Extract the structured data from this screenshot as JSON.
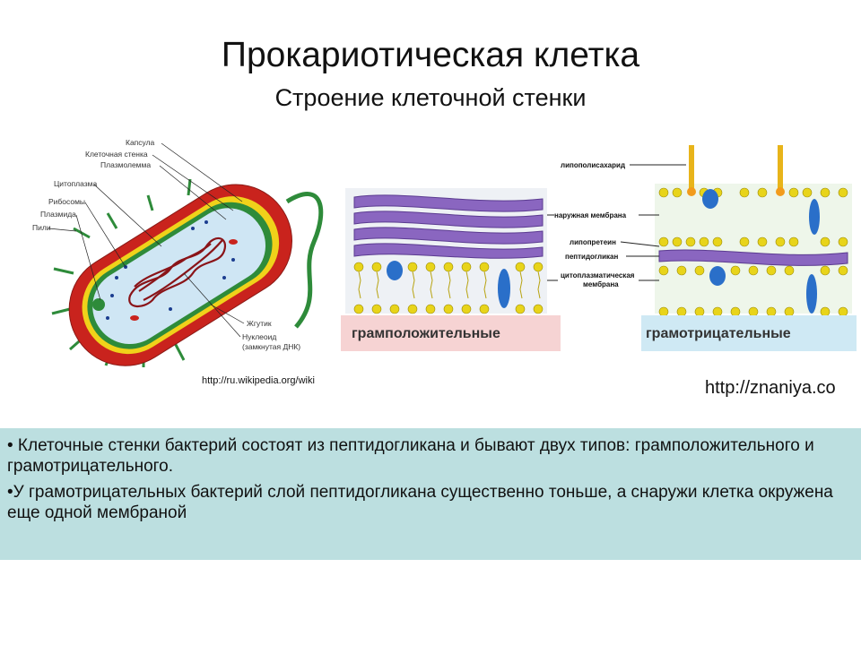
{
  "title": "Прокариотическая клетка",
  "subtitle": "Строение клеточной стенки",
  "cell_labels": {
    "capsule": "Капсула",
    "cell_wall": "Клеточная стенка",
    "plasmalemma": "Плазмолемма",
    "cytoplasm": "Цитоплазма",
    "ribosomes": "Рибосомы",
    "plasmid": "Плазмида",
    "pili": "Пили",
    "flagellum": "Жгутик",
    "nucleoid": "Нуклеоид",
    "nucleoid_note": "(замкнутая ДНК)"
  },
  "wall_labels": {
    "lps": "липополисахарид",
    "outer_membrane": "наружная мембрана",
    "lipoprotein": "липопретеин",
    "peptidoglycan": "пептидогликан",
    "cyto_membrane_1": "цитоплазматическая",
    "cyto_membrane_2": "мембрана",
    "gram_positive": "грамположительные",
    "gram_negative": "грамотрицательные"
  },
  "sources": {
    "left": "http://ru.wikipedia.org/wiki",
    "right": "http://znaniya.co"
  },
  "info": {
    "line1": "• Клеточные стенки бактерий состоят из пептидогликана  и бывают двух типов: грамположительного и грамотрицательного.",
    "line2": "•У грамотрицательных бактерий  слой пептидогликана существенно тоньше, а снаружи клетка окружена еще одной мембраной"
  },
  "colors": {
    "info_bg": "#bcdfe0",
    "capsule": "#c9231d",
    "wall_green": "#2e8b3a",
    "membrane_yellow": "#f0d21a",
    "peptidoglycan_purple": "#8a66c0",
    "lipid_head": "#e8d41a",
    "protein_blue": "#2a6fc9",
    "gram_pos_banner": "#f6d3d3",
    "gram_neg_banner": "#cfe9f4"
  }
}
